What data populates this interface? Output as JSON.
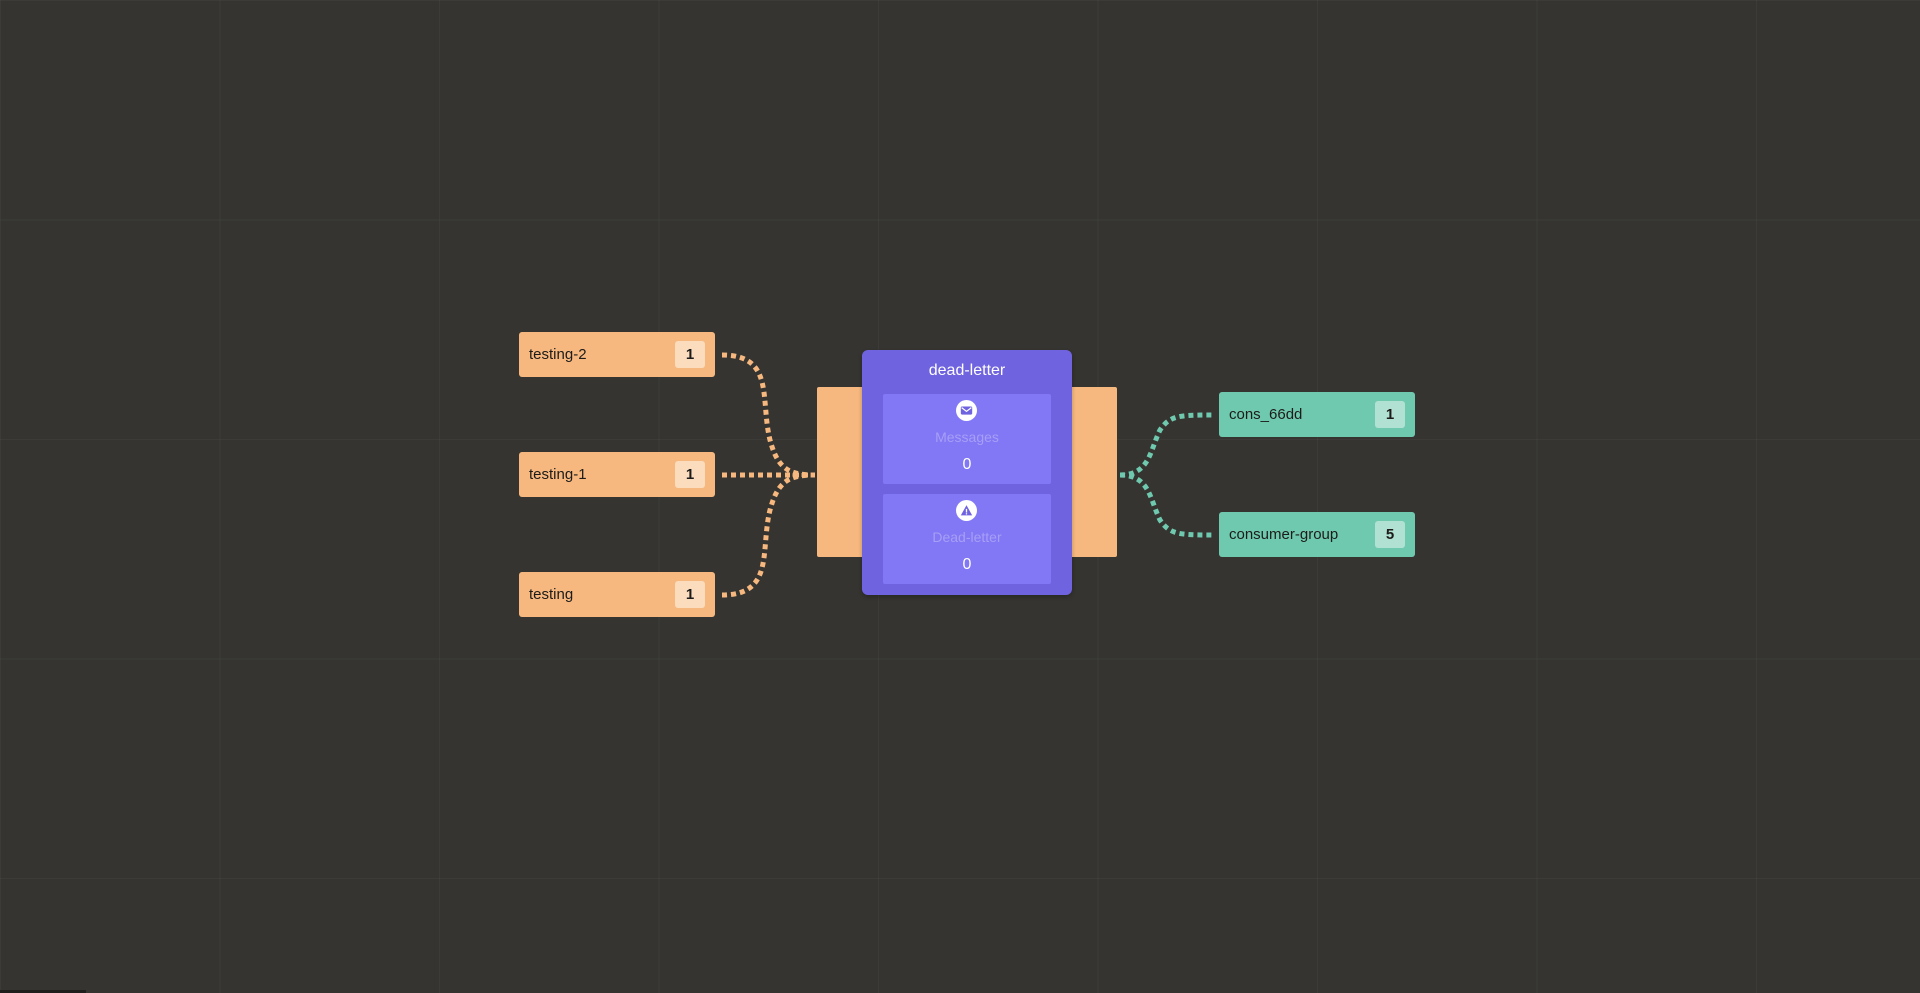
{
  "producers": [
    {
      "name": "testing-2",
      "count": "1"
    },
    {
      "name": "testing-1",
      "count": "1"
    },
    {
      "name": "testing",
      "count": "1"
    }
  ],
  "topic": {
    "title": "dead-letter",
    "messages": {
      "label": "Messages",
      "value": "0",
      "icon": "envelope-icon"
    },
    "dead_letter": {
      "label": "Dead-letter",
      "value": "0",
      "icon": "warning-triangle-icon"
    }
  },
  "consumers": [
    {
      "name": "cons_66dd",
      "count": "1"
    },
    {
      "name": "consumer-group",
      "count": "5"
    }
  ],
  "colors": {
    "background": "#353430",
    "producer": "#f6b87f",
    "consumer": "#6fc9ae",
    "topic": "#6f63df",
    "topic_stat": "#8277f5"
  }
}
